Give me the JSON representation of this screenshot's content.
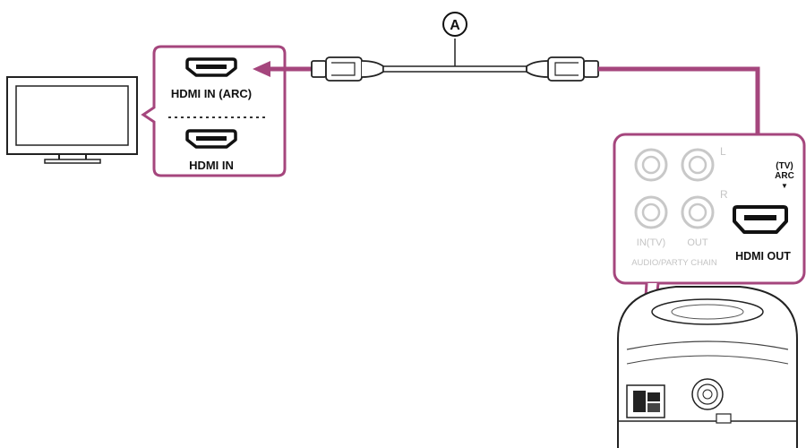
{
  "callout": {
    "cable_marker": "A"
  },
  "tv_panel": {
    "port_top_label": "HDMI IN (ARC)",
    "port_bottom_label": "HDMI IN"
  },
  "speaker_panel": {
    "channel_left": "L",
    "channel_right": "R",
    "jack_in_label": "IN(TV)",
    "jack_out_label": "OUT",
    "jack_group_label": "AUDIO/PARTY CHAIN",
    "tv_arc_line1": "(TV)",
    "tv_arc_line2": "ARC",
    "tv_arc_marker": "▼",
    "hdmi_out_label": "HDMI OUT"
  },
  "colors": {
    "accent": "#a5467d",
    "line": "#222222",
    "muted": "#c8c8c8"
  }
}
